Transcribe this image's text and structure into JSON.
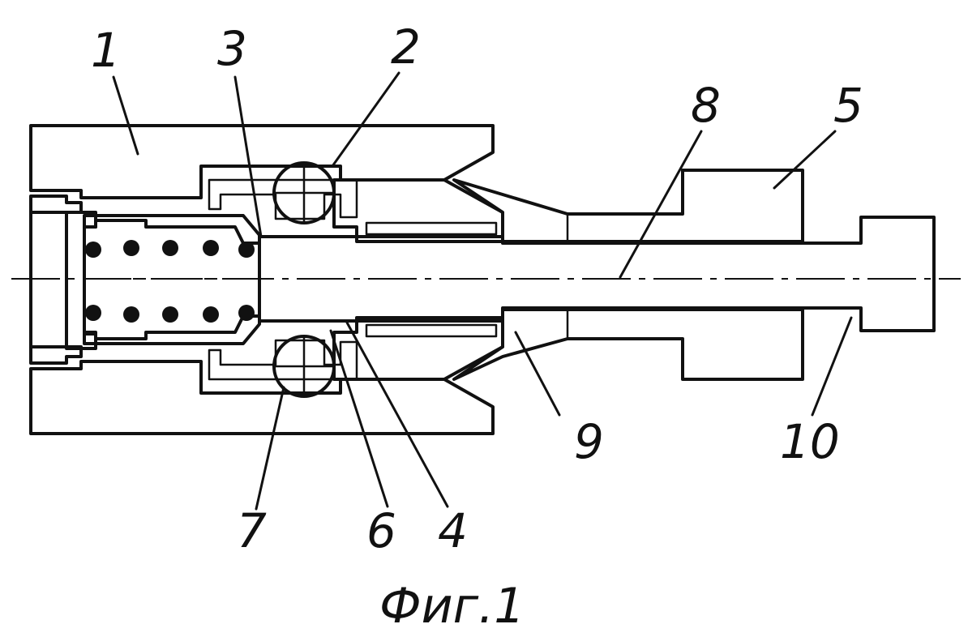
{
  "labels": {
    "body": "1",
    "lock": "2",
    "sleeve": "3",
    "ring": "4",
    "nut": "5",
    "groove": "6",
    "ball": "7",
    "rod": "8",
    "seal": "9",
    "shoulder": "10"
  },
  "caption": "Фиг.1"
}
